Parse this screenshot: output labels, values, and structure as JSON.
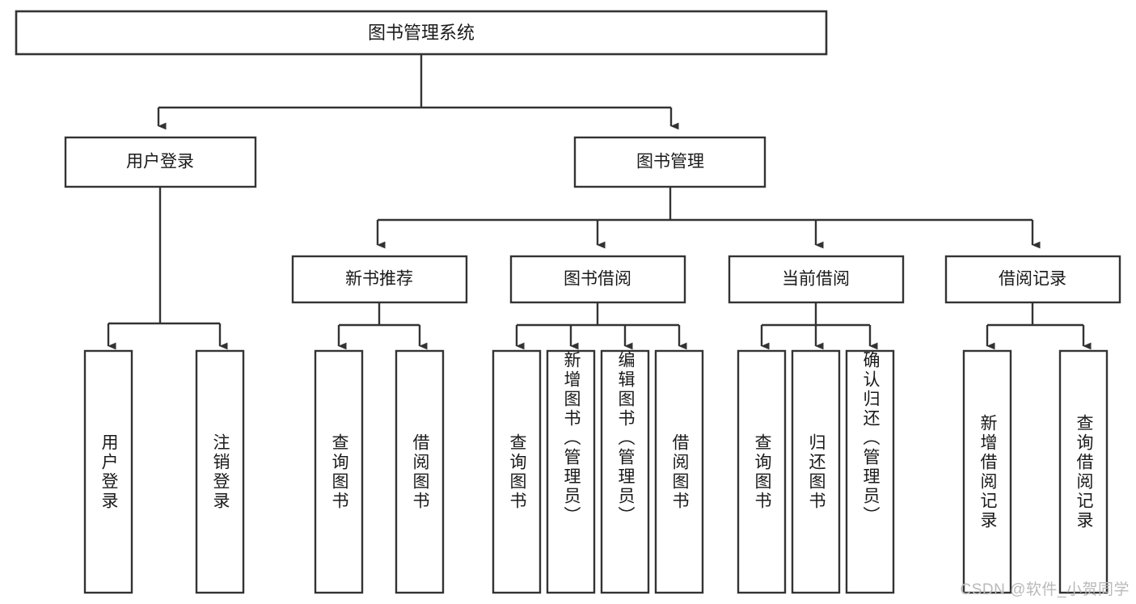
{
  "diagram": {
    "title": "图书管理系统",
    "watermark": "CSDN @软件_小贺同学",
    "colors": {
      "stroke": "#333333",
      "fill": "#ffffff",
      "text": "#1a1a1a",
      "watermark": "#b9b9b9",
      "background": "#ffffff"
    },
    "levels": {
      "root": "图书管理系统",
      "level2": [
        "用户登录",
        "图书管理"
      ],
      "level3": [
        "新书推荐",
        "图书借阅",
        "当前借阅",
        "借阅记录"
      ]
    },
    "nodes": {
      "root": {
        "label": "图书管理系统"
      },
      "user_login": {
        "label": "用户登录"
      },
      "book_manage": {
        "label": "图书管理"
      },
      "new_book_rec": {
        "label": "新书推荐"
      },
      "book_borrow": {
        "label": "图书借阅"
      },
      "current_borrow": {
        "label": "当前借阅"
      },
      "borrow_record": {
        "label": "借阅记录"
      }
    },
    "leaves": {
      "user_login": [
        "用户登录",
        "注销登录"
      ],
      "new_book_rec": [
        "查询图书",
        "借阅图书"
      ],
      "book_borrow": [
        "查询图书",
        "新增图书（管理员）",
        "编辑图书（管理员）",
        "借阅图书"
      ],
      "current_borrow": [
        "查询图书",
        "归还图书",
        "确认归还（管理员）"
      ],
      "borrow_record": [
        "新增借阅记录",
        "查询借阅记录"
      ]
    },
    "edges": [
      {
        "from": "图书管理系统",
        "to": "用户登录"
      },
      {
        "from": "图书管理系统",
        "to": "图书管理"
      },
      {
        "from": "图书管理",
        "to": "新书推荐"
      },
      {
        "from": "图书管理",
        "to": "图书借阅"
      },
      {
        "from": "图书管理",
        "to": "当前借阅"
      },
      {
        "from": "图书管理",
        "to": "借阅记录"
      },
      {
        "from": "用户登录",
        "to": "用户登录"
      },
      {
        "from": "用户登录",
        "to": "注销登录"
      },
      {
        "from": "新书推荐",
        "to": "查询图书"
      },
      {
        "from": "新书推荐",
        "to": "借阅图书"
      },
      {
        "from": "图书借阅",
        "to": "查询图书"
      },
      {
        "from": "图书借阅",
        "to": "新增图书（管理员）"
      },
      {
        "from": "图书借阅",
        "to": "编辑图书（管理员）"
      },
      {
        "from": "图书借阅",
        "to": "借阅图书"
      },
      {
        "from": "当前借阅",
        "to": "查询图书"
      },
      {
        "from": "当前借阅",
        "to": "归还图书"
      },
      {
        "from": "当前借阅",
        "to": "确认归还（管理员）"
      },
      {
        "from": "借阅记录",
        "to": "新增借阅记录"
      },
      {
        "from": "借阅记录",
        "to": "查询借阅记录"
      }
    ]
  }
}
